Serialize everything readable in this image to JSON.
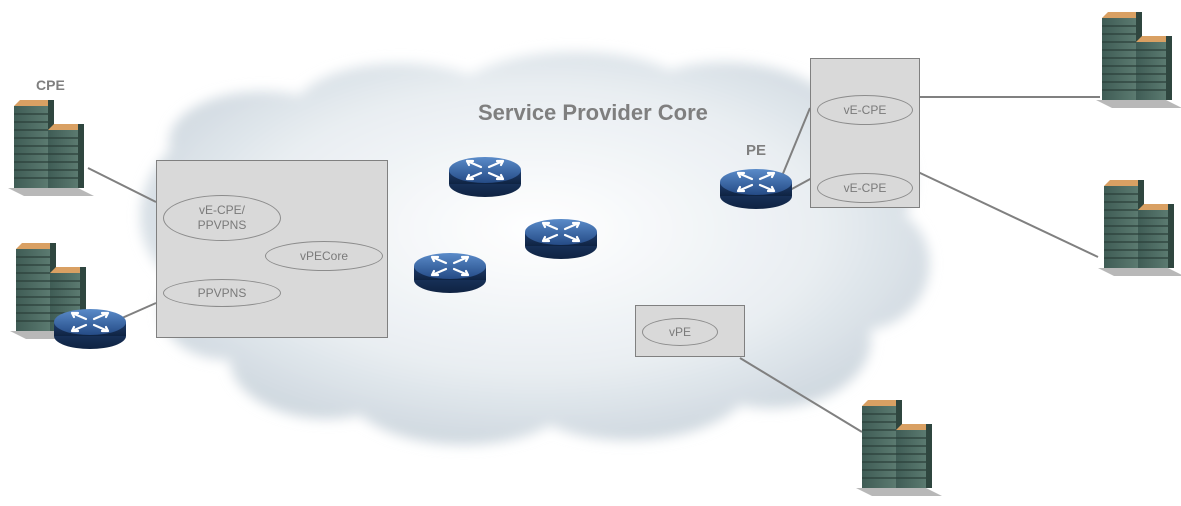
{
  "title": "Service Provider Core",
  "labels": {
    "cpe": "CPE",
    "pe": "PE"
  },
  "left_box": {
    "ovals": [
      "vE-CPE/\nPPVPNS",
      "vPECore",
      "PPVPNS"
    ]
  },
  "right_box": {
    "ovals": [
      "vE-CPE",
      "vE-CPE"
    ]
  },
  "vpe_box": {
    "oval": "vPE"
  },
  "colors": {
    "cloud": "#e6ecf1",
    "box_fill": "#d9d9d9",
    "box_border": "#808080",
    "router_body": "#1f3f73",
    "router_top": "#3a6aa8",
    "building_body": "#4e6b62",
    "building_roof": "#c98e4b",
    "text_gray": "#7f7f7f",
    "link_line": "#808080"
  },
  "icons": [
    "router-icon",
    "building-icon",
    "cloud-shape"
  ]
}
